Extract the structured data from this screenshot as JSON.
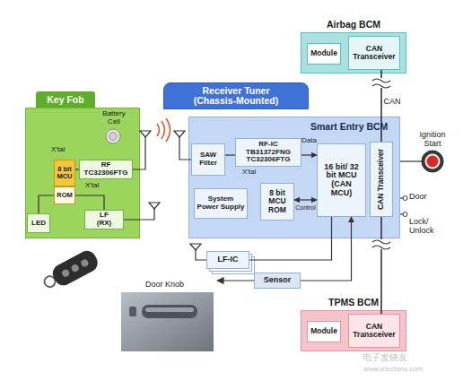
{
  "diagram": {
    "nodes": [
      {
        "text": [
          "Airbag BCM"
        ]
      },
      {
        "text": [
          "Module"
        ],
        "in": 0
      },
      {
        "text": [
          "CAN Transceiver"
        ],
        "in": 0
      },
      {
        "text": [
          "Key Fob"
        ]
      },
      {
        "text": [
          "8 bit MCU"
        ],
        "in": 3
      },
      {
        "text": [
          "ROM"
        ],
        "in": 3
      },
      {
        "text": [
          "RF TC32306FTG"
        ],
        "in": 3
      },
      {
        "text": [
          "LF (RX)"
        ],
        "in": 3
      },
      {
        "text": [
          "LED"
        ],
        "in": 3
      },
      {
        "text": [
          "Receiver Tuner (Chassis-Mounted)"
        ]
      },
      {
        "text": [
          "Smart Entry BCM"
        ]
      },
      {
        "text": [
          "SAW Filter"
        ],
        "in": 10
      },
      {
        "text": [
          "RF-IC TB31372FNG TC32306FTG"
        ],
        "in": 10
      },
      {
        "text": [
          "16 bit/ 32 bit MCU (CAN MCU)"
        ],
        "in": 10
      },
      {
        "text": [
          "CAN Transceiver"
        ],
        "in": 10
      },
      {
        "text": [
          "System Power Supply"
        ],
        "in": 10
      },
      {
        "text": [
          "8 bit MCU ROM"
        ],
        "in": 10
      },
      {
        "text": [
          "LF-IC"
        ]
      },
      {
        "text": [
          "Sensor"
        ]
      },
      {
        "text": [
          "TPMS BCM"
        ]
      },
      {
        "text": [
          "Module"
        ],
        "in": 19
      },
      {
        "text": [
          "CAN Transceiver"
        ],
        "in": 19
      }
    ],
    "edges": [
      {
        "from": 2,
        "to": 14,
        "arrow": "none",
        "label": "CAN"
      },
      {
        "from": 21,
        "to": 14,
        "arrow": "none"
      },
      {
        "from": 4,
        "to": 6,
        "arrow": "none"
      },
      {
        "from": 5,
        "to": 7,
        "arrow": "none"
      },
      {
        "from": 5,
        "to": 8,
        "arrow": "none"
      },
      {
        "from": 11,
        "to": 12,
        "arrow": "none"
      },
      {
        "from": 12,
        "to": 13,
        "arrow": "to",
        "label": "Data"
      },
      {
        "from": 16,
        "to": 13,
        "arrow": "both",
        "label": "Control"
      },
      {
        "from": 13,
        "to": 17,
        "arrow": "none"
      },
      {
        "from": 18,
        "to": 13,
        "arrow": "to"
      }
    ],
    "labels": [
      "X'tal",
      "Battery Cell",
      "X'tal",
      "X'tal",
      "Ignition Start",
      "Door",
      "Lock/ Unlock",
      "Door Knob",
      "电子发烧友",
      "www.elecfans.com"
    ]
  }
}
